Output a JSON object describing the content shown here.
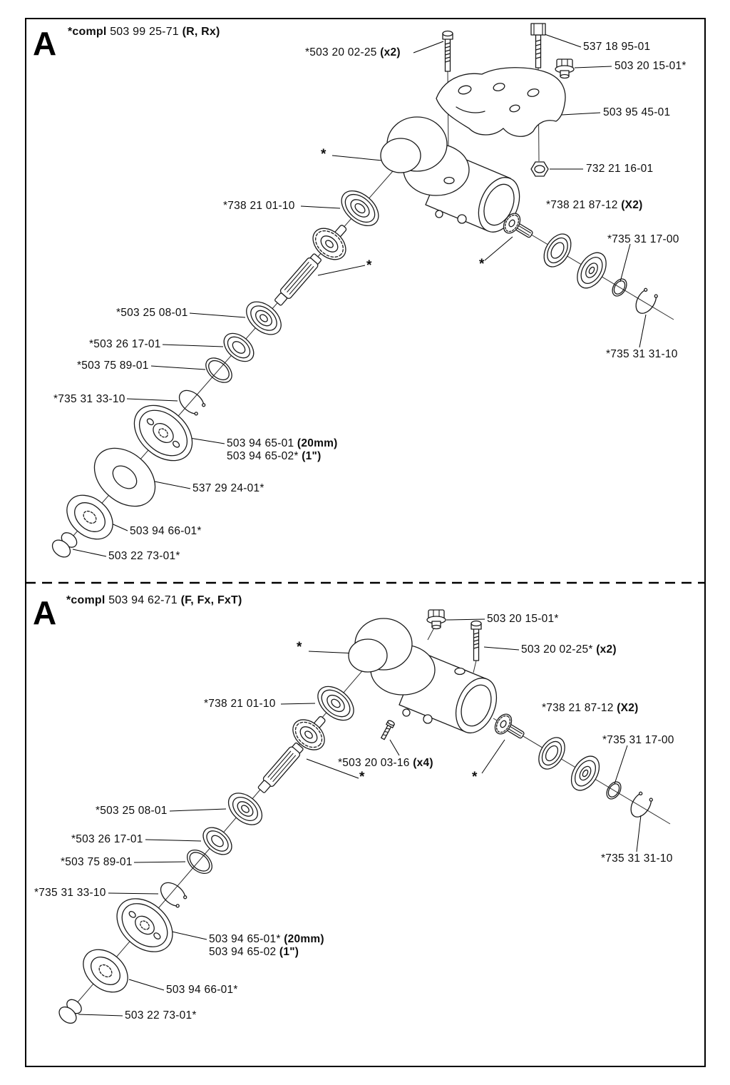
{
  "ink_color": "#000000",
  "sections": [
    {
      "letter": "A",
      "header": {
        "bold_prefix": "*compl ",
        "number": "503 99 25-71 ",
        "variant": "(R, Rx)"
      },
      "labels": {
        "bolt_screw": {
          "text": "*503 20 02-25 ",
          "bold": "(x2)"
        },
        "square_bolt": {
          "text": "537 18 95-01"
        },
        "plug": {
          "text": "503 20 15-01*"
        },
        "cover": {
          "text": "503 95 45-01"
        },
        "nut": {
          "text": "732 21 16-01"
        },
        "bearing_upper": {
          "text": "*738 21 01-10"
        },
        "washer_pair": {
          "text": "*738 21 87-12 ",
          "bold": "(X2)"
        },
        "ring_thin": {
          "text": "*735 31 17-00"
        },
        "bearing_lower": {
          "text": "*503 25 08-01"
        },
        "seal": {
          "text": "*503 26 17-01"
        },
        "washer_wave": {
          "text": "*503 75 89-01"
        },
        "circlip_left": {
          "text": "*735 31 33-10"
        },
        "drum_20mm": {
          "text": "503 94 65-01 ",
          "bold": "(20mm)"
        },
        "drum_1in": {
          "text": "503 94 65-02* ",
          "bold": "(1\")"
        },
        "washer_large": {
          "text": "537 29 24-01*"
        },
        "washer_support": {
          "text": "503 94 66-01*"
        },
        "cap": {
          "text": "503 22 73-01*"
        },
        "circlip_right": {
          "text": "*735 31 31-10"
        },
        "star": "*"
      }
    },
    {
      "letter": "A",
      "header": {
        "bold_prefix": "*compl ",
        "number": "503 94 62-71 ",
        "variant": "(F, Fx, FxT)"
      },
      "labels": {
        "plug": {
          "text": "503 20 15-01*"
        },
        "bolt_screw": {
          "text": "503 20 02-25* ",
          "bold": "(x2)"
        },
        "bearing_upper": {
          "text": "*738 21 01-10"
        },
        "washer_pair": {
          "text": "*738 21 87-12 ",
          "bold": "(X2)"
        },
        "ring_thin": {
          "text": "*735 31 17-00"
        },
        "clamp_screw": {
          "text": "*503 20 03-16 ",
          "bold": "(x4)"
        },
        "bearing_lower": {
          "text": "*503 25 08-01"
        },
        "seal": {
          "text": "*503 26 17-01"
        },
        "washer_wave": {
          "text": "*503 75 89-01"
        },
        "circlip_left": {
          "text": "*735 31 33-10"
        },
        "drum_20mm": {
          "text": "503 94 65-01* ",
          "bold": "(20mm)"
        },
        "drum_1in": {
          "text": "503 94 65-02 ",
          "bold": "(1\")"
        },
        "washer_support": {
          "text": "503 94 66-01*"
        },
        "cap": {
          "text": "503 22 73-01*"
        },
        "circlip_right": {
          "text": "*735 31 31-10"
        },
        "star": "*"
      }
    }
  ]
}
